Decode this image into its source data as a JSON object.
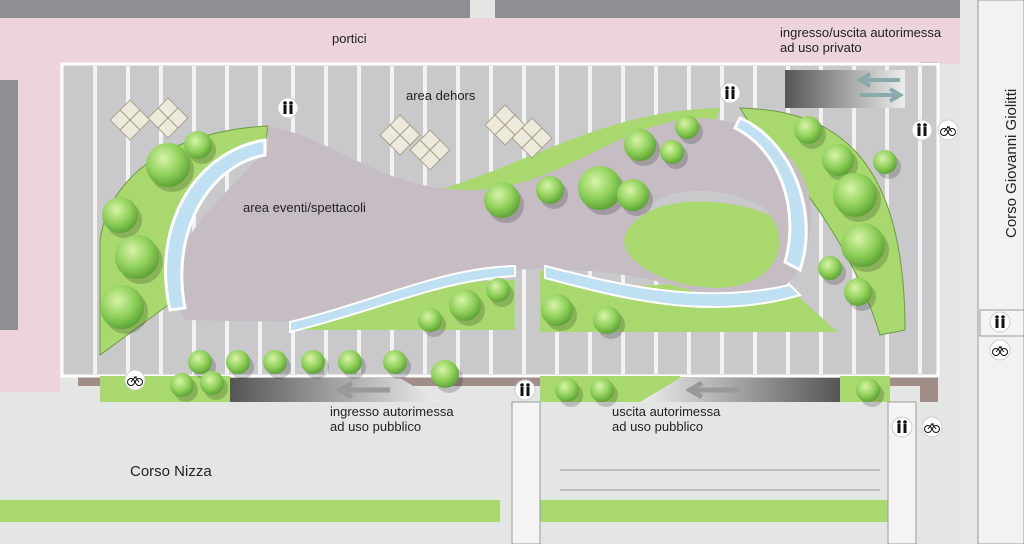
{
  "labels": {
    "portici": "portici",
    "private_garage_line1": "ingresso/uscita autorimessa",
    "private_garage_line2": "ad uso privato",
    "area_dehors": "area dehors",
    "area_eventi": "area eventi/spettacoli",
    "public_entry_line1": "ingresso autorimessa",
    "public_entry_line2": "ad uso pubblico",
    "public_exit_line1": "uscita autorimessa",
    "public_exit_line2": "ad uso pubblico"
  },
  "streets": {
    "corso_nizza": "Corso Nizza",
    "corso_giolitti": "Corso Giovanni Giolitti"
  },
  "icons": [
    "pedestrian-icon",
    "bicycle-icon",
    "arrow-icon",
    "tree-icon",
    "umbrella-icon"
  ],
  "colors": {
    "portico": "#ecd3dc",
    "paving": "#c9c9cc",
    "plaza": "#c6bcc4",
    "lawn": "#a8d86e",
    "water": "#bfe0f2",
    "tree": "#8fd05a",
    "street": "#e4e6e4",
    "bikelane": "#a08c88"
  }
}
